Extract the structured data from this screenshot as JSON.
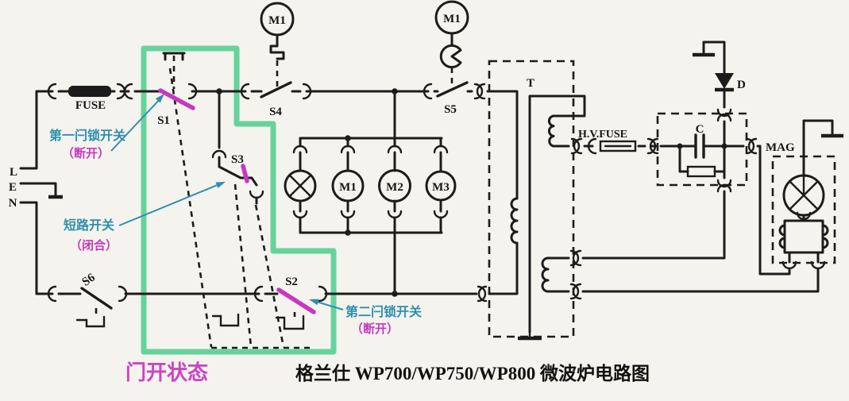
{
  "diagram": {
    "title": "格兰仕 WP700/WP750/WP800 微波炉电路图",
    "door_state_label": "门开状态"
  },
  "colors": {
    "highlight_green": "#4ecd8d",
    "annotation_blue": "#2e8fae",
    "open_contact_magenta": "#c738c0",
    "line_black": "#1c1c1c",
    "paper": "#f5f3ee"
  },
  "power": {
    "live": "L",
    "earth": "E",
    "neutral": "N"
  },
  "labels": {
    "fuse": "FUSE",
    "hv_fuse": "H.V.FUSE",
    "s1": "S1",
    "s2": "S2",
    "s3": "S3",
    "s4": "S4",
    "s5": "S5",
    "s6": "S6",
    "m1_timer": "M1",
    "m1_cam": "M1",
    "m1": "M1",
    "m2": "M2",
    "m3": "M3",
    "transformer": "T",
    "capacitor": "C",
    "diode": "D",
    "magnetron": "MAG"
  },
  "annotations": {
    "first_latch": {
      "name": "第一闩锁开关",
      "state": "（断开）"
    },
    "short_switch": {
      "name": "短路开关",
      "state": "（闭合）"
    },
    "second_latch": {
      "name": "第二闩锁开关",
      "state": "（断开）"
    }
  }
}
